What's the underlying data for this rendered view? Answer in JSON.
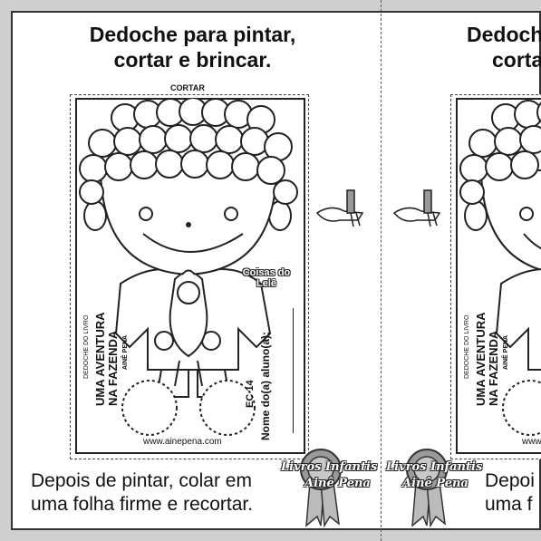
{
  "left": {
    "title_line1": "Dedoche para pintar,",
    "title_line2": "cortar e brincar.",
    "cut_label": "CORTAR",
    "book_small": "DEDOCHE DO LIVRO",
    "book_title1": "UMA AVENTURA",
    "book_title2": "NA FAZENDA",
    "author": "AINÊ PENA",
    "code": "EC 14",
    "name_field": "Nome do(a) aluno(a):",
    "url": "www.ainepena.com",
    "badge_line1": "Coisas do",
    "badge_line2": "Lelê",
    "instr_line1": "Depois de pintar, colar em",
    "instr_line2": "uma folha firme e recortar.",
    "logo_line1": "Livros Infantis",
    "logo_line2": "Ainê Pena"
  },
  "right": {
    "title_line1": "Dedoche",
    "title_line2": "corta",
    "book_small": "DEDOCHE DO LIVRO",
    "book_title1": "UMA AVENTURA",
    "book_title2": "NA FAZENDA",
    "author": "AINÊ PENA",
    "url": "www.ai",
    "instr_line1": "Depoi",
    "instr_line2": "uma f",
    "logo_line1": "Livros Infantis",
    "logo_line2": "Ainê Pena"
  },
  "colors": {
    "line": "#222222",
    "paper": "#ffffff",
    "background": "#cfcfcf",
    "medal": "#9a9a9a"
  },
  "icons": [
    "finger-hand-icon",
    "award-medal-icon",
    "scissors-cut-line"
  ]
}
